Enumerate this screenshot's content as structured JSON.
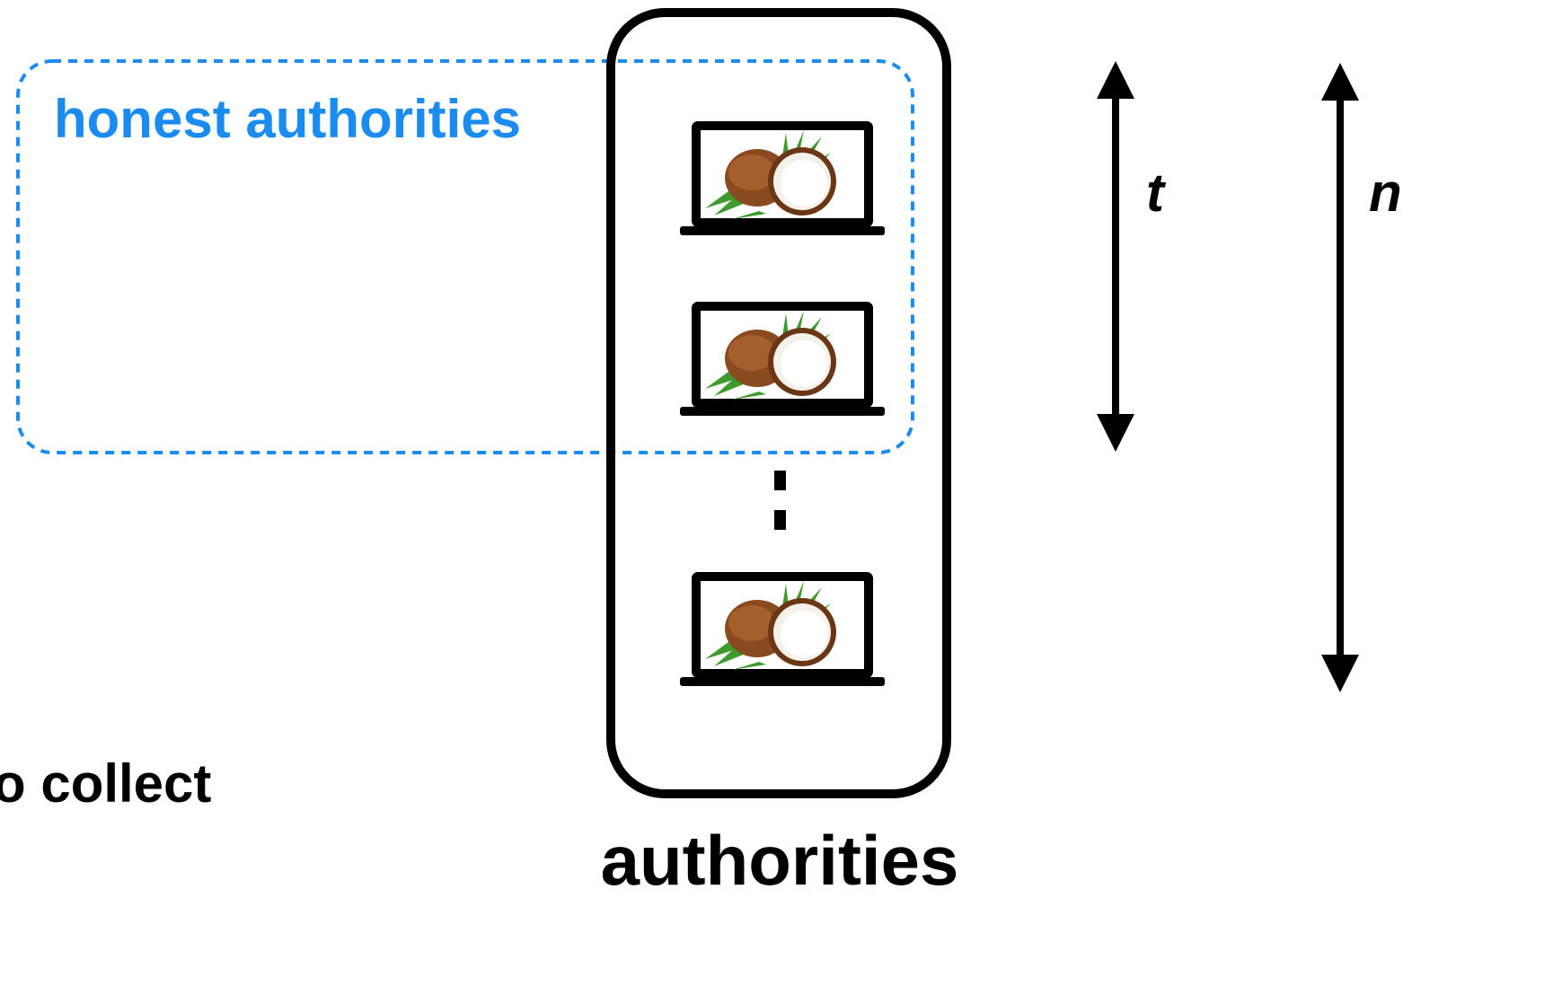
{
  "honest_group": {
    "label": "honest authorities",
    "color": "#1a8cf0"
  },
  "authorities_group": {
    "label": "authorities",
    "color": "#000000"
  },
  "partial_label": "o collect",
  "arrows": {
    "t_label": "t",
    "n_label": "n"
  },
  "nodes": [
    {
      "icon": "laptop-coconut-icon"
    },
    {
      "icon": "laptop-coconut-icon"
    },
    {
      "icon": "laptop-coconut-icon"
    }
  ],
  "ellipsis_icon": "vertical-ellipsis-icon"
}
